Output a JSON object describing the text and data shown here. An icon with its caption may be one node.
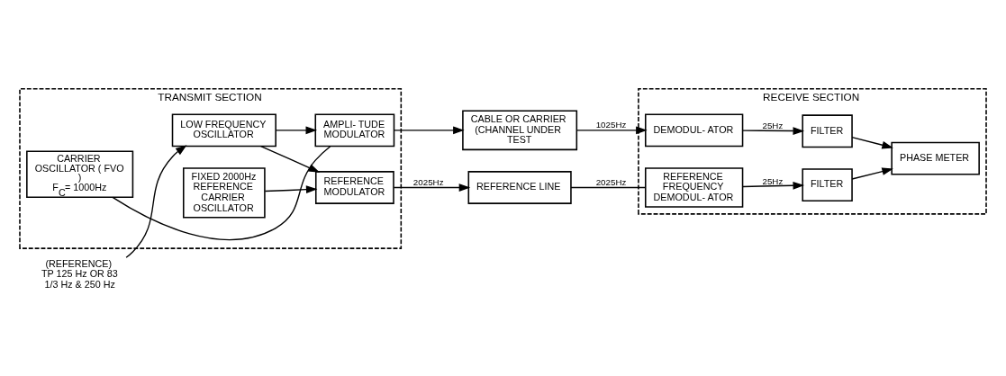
{
  "diagram": {
    "nodes": [
      {
        "text": [
          "TRANSMIT SECTION"
        ]
      },
      {
        "text": [
          "LOW FREQUENCY OSCILLATOR"
        ],
        "in": 0
      },
      {
        "text": [
          "AMPLI- TUDE MODULATOR"
        ],
        "in": 0
      },
      {
        "text": [
          "FIXED 2000Hz REFERENCE CARRIER OSCILLATOR"
        ],
        "in": 0
      },
      {
        "text": [
          "CARRIER OSCILLATOR ( FVO )",
          "F$_{C}$= 1000Hz"
        ],
        "in": 0
      },
      {
        "text": [
          "REFERENCE MODULATOR"
        ],
        "in": 0
      },
      {
        "text": [
          "(REFERENCE)",
          "TP 125 Hz OR 83 1/3 Hz & 250 Hz"
        ]
      },
      {
        "text": [
          "CABLE OR CARRIER (CHANNEL UNDER TEST"
        ]
      },
      {
        "text": [
          "REFERENCE LINE"
        ]
      },
      {
        "text": [
          "RECEIVE SECTION"
        ]
      },
      {
        "text": [
          "DEMODUL- ATOR"
        ],
        "in": 9
      },
      {
        "text": [
          "FILTER"
        ],
        "in": 9
      },
      {
        "text": [
          "PHASE METER"
        ],
        "in": 9
      },
      {
        "text": [
          "REFERENCE FREQUENCY DEMODUL- ATOR"
        ],
        "in": 9
      },
      {
        "text": [
          "FILTER"
        ],
        "in": 9
      }
    ],
    "edges": [
      {
        "from": 6,
        "to": 1,
        "arrow": "to"
      },
      {
        "from": 1,
        "to": 2,
        "arrow": "to"
      },
      {
        "from": 1,
        "to": 5,
        "arrow": "to"
      },
      {
        "from": 3,
        "to": 5,
        "arrow": "to"
      },
      {
        "from": 4,
        "to": 2,
        "arrow": "none"
      },
      {
        "from": 2,
        "to": 7,
        "arrow": "to"
      },
      {
        "from": 7,
        "to": 10,
        "arrow": "to",
        "label": "1025Hz"
      },
      {
        "from": 10,
        "to": 11,
        "arrow": "to",
        "label": "25Hz"
      },
      {
        "from": 11,
        "to": 12,
        "arrow": "to"
      },
      {
        "from": 5,
        "to": 8,
        "arrow": "to",
        "label": "2025Hz"
      },
      {
        "from": 8,
        "to": 13,
        "arrow": "none",
        "label": "2025Hz"
      },
      {
        "from": 13,
        "to": 14,
        "arrow": "to",
        "label": "25Hz"
      },
      {
        "from": 14,
        "to": 12,
        "arrow": "to"
      }
    ]
  }
}
